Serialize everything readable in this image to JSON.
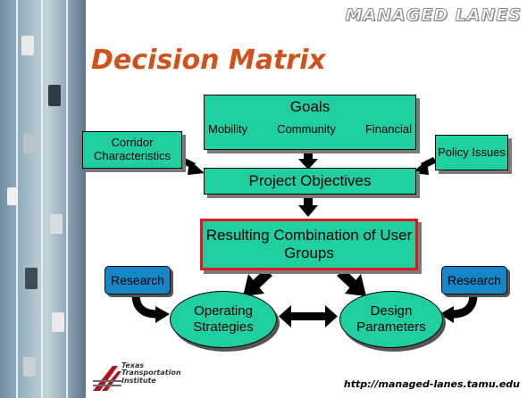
{
  "header": {
    "brand": "MANAGED LANES"
  },
  "title": "Decision Matrix",
  "diagram": {
    "goals": {
      "title": "Goals",
      "items": [
        "Mobility",
        "Community",
        "Financial"
      ]
    },
    "corridor": "Corridor Characteristics",
    "policy": "Policy Issues",
    "objectives": "Project Objectives",
    "combination": "Resulting Combination of User Groups",
    "research_left": "Research",
    "research_right": "Research",
    "operating": "Operating Strategies",
    "design": "Design Parameters"
  },
  "footer": {
    "logo_lines": [
      "Texas",
      "Transportation",
      "Institute"
    ],
    "url": "http://managed-lanes.tamu.edu"
  },
  "colors": {
    "title": "#d2501a",
    "box_fill": "#1fcfa1",
    "research_fill": "#1587c7",
    "highlight_border": "#e2181e"
  }
}
